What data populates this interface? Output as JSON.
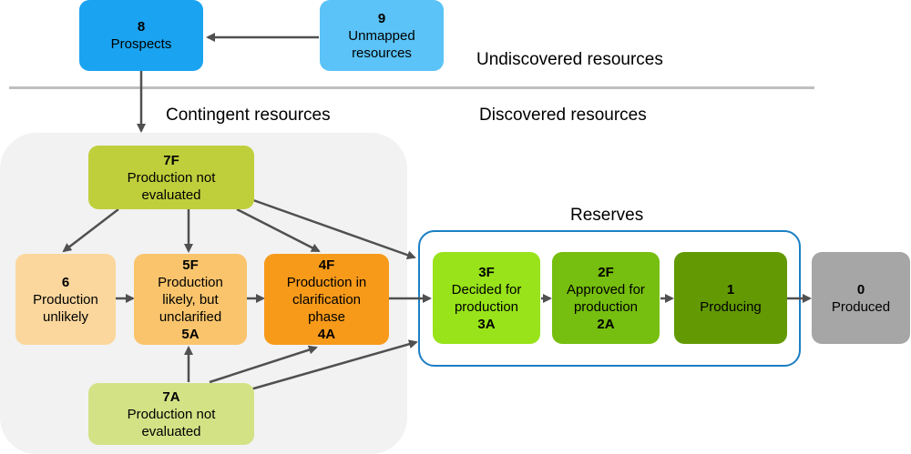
{
  "labels": {
    "undiscovered": "Undiscovered resources",
    "contingent": "Contingent resources",
    "discovered": "Discovered resources",
    "reserves": "Reserves"
  },
  "nodes": {
    "n8": {
      "code": "8",
      "text": "Prospects",
      "code2": "",
      "color": "#1aa3f0"
    },
    "n9": {
      "code": "9",
      "text": "Unmapped resources",
      "code2": "",
      "color": "#5bc3f7"
    },
    "n7f": {
      "code": "7F",
      "text": "Production not evaluated",
      "code2": "",
      "color": "#bfcf3c"
    },
    "n6": {
      "code": "6",
      "text": "Production unlikely",
      "code2": "",
      "color": "#fbd79d"
    },
    "n5": {
      "code": "5F",
      "text": "Production likely, but unclarified",
      "code2": "5A",
      "color": "#f9c46c"
    },
    "n4": {
      "code": "4F",
      "text": "Production in clarification phase",
      "code2": "4A",
      "color": "#f79a1a"
    },
    "n7a": {
      "code": "7A",
      "text": "Production not evaluated",
      "code2": "",
      "color": "#d4e286"
    },
    "n3": {
      "code": "3F",
      "text": "Decided for production",
      "code2": "3A",
      "color": "#98e31a"
    },
    "n2": {
      "code": "2F",
      "text": "Approved for production",
      "code2": "2A",
      "color": "#76be0f"
    },
    "n1": {
      "code": "1",
      "text": "Producing",
      "code2": "",
      "color": "#639a04"
    },
    "n0": {
      "code": "0",
      "text": "Produced",
      "code2": "",
      "color": "#a6a6a6"
    }
  },
  "colors": {
    "arrow": "#505050",
    "reserves_border": "#1c7fc4",
    "contingent_bg": "#f2f2f2",
    "divider": "#bfbfbf"
  }
}
